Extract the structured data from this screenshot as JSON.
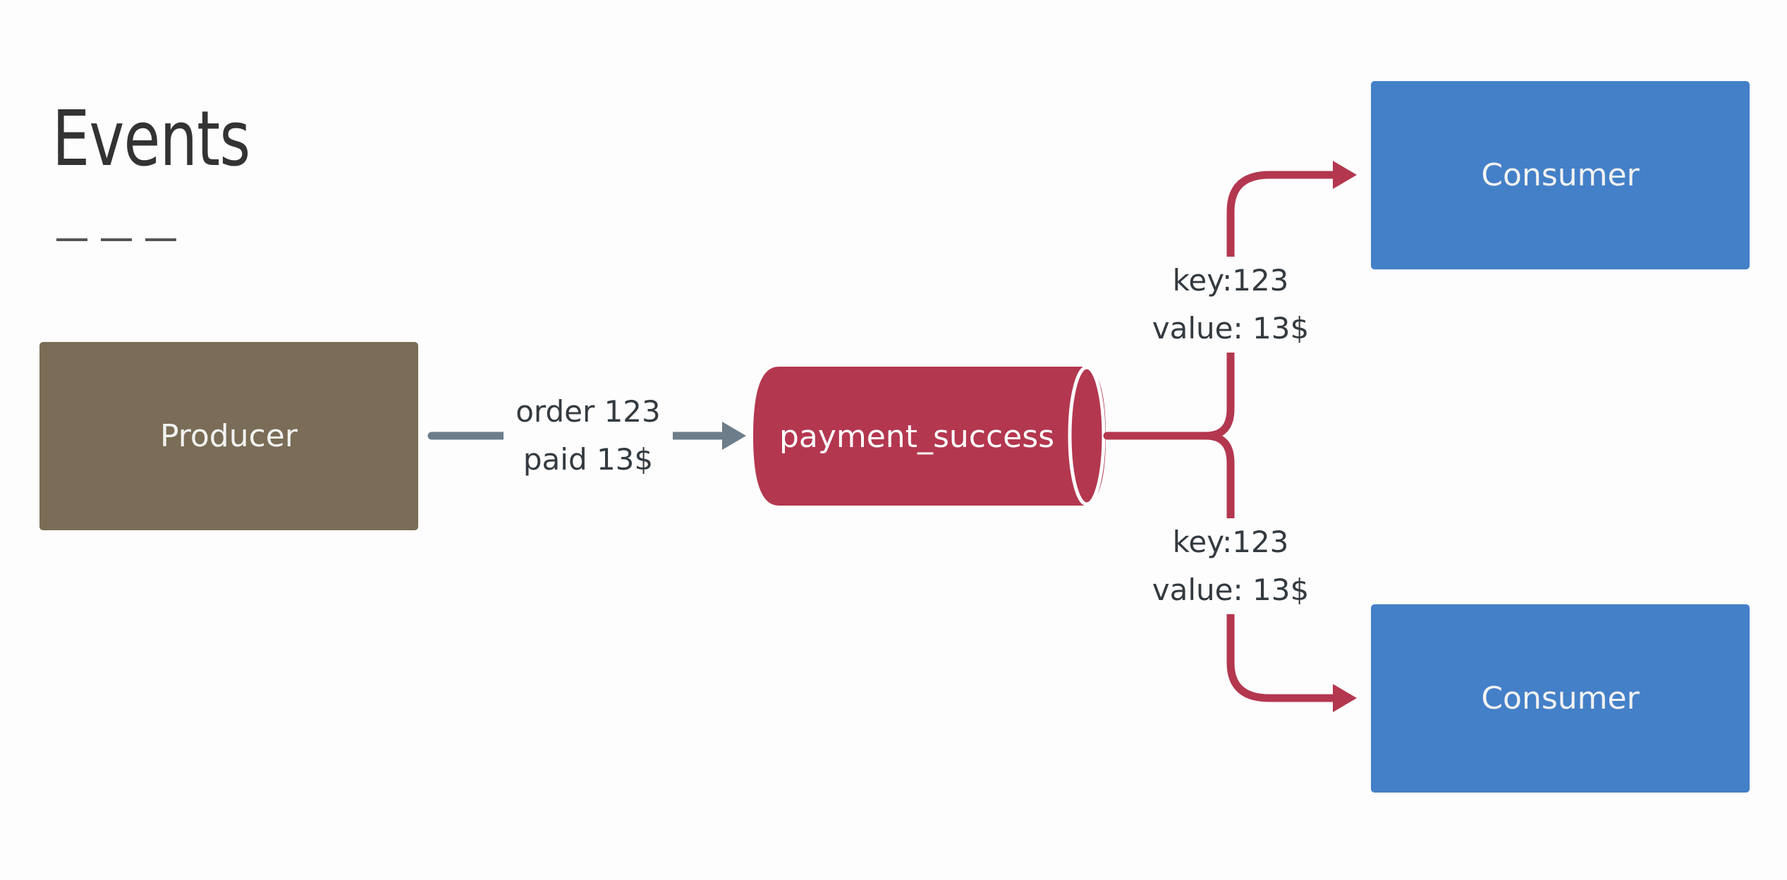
{
  "slide": {
    "title": "Events"
  },
  "producer": {
    "label": "Producer"
  },
  "message": {
    "line1": "order 123",
    "line2": "paid 13$"
  },
  "topic": {
    "label": "payment_success"
  },
  "consumers": [
    {
      "label": "Consumer",
      "event": {
        "key": "key:123",
        "value": "value: 13$"
      }
    },
    {
      "label": "Consumer",
      "event": {
        "key": "key:123",
        "value": "value: 13$"
      }
    }
  ],
  "colors": {
    "producer": "#7a6c56",
    "topic": "#b3374f",
    "consumer": "#4480c8",
    "producer_arrow": "#6d7d8a",
    "consumer_arrow": "#b3374f"
  }
}
